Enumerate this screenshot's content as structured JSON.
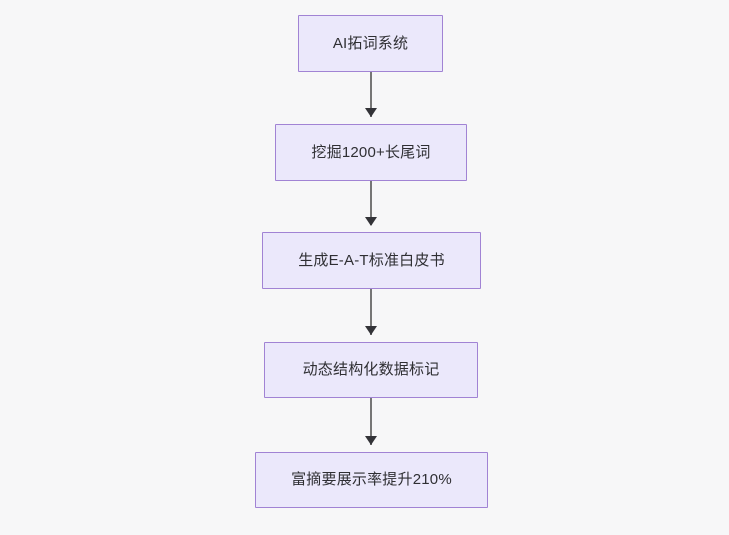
{
  "diagram": {
    "type": "flowchart",
    "orientation": "top-to-bottom",
    "background_color": "#f7f7f8",
    "node_fill_color": "#ebe8fb",
    "node_border_color": "#a183d4",
    "node_text_color": "#2f2f33",
    "edge_color": "#767676",
    "arrow_color": "#333338",
    "nodes": [
      {
        "id": "node-1",
        "label": "AI拓词系统"
      },
      {
        "id": "node-2",
        "label": "挖掘1200+长尾词"
      },
      {
        "id": "node-3",
        "label": "生成E-A-T标准白皮书"
      },
      {
        "id": "node-4",
        "label": "动态结构化数据标记"
      },
      {
        "id": "node-5",
        "label": "富摘要展示率提升210%"
      }
    ],
    "edges": [
      {
        "id": "edge-1",
        "from": "node-1",
        "to": "node-2",
        "arrow": "down"
      },
      {
        "id": "edge-2",
        "from": "node-2",
        "to": "node-3",
        "arrow": "down"
      },
      {
        "id": "edge-3",
        "from": "node-3",
        "to": "node-4",
        "arrow": "down"
      },
      {
        "id": "edge-4",
        "from": "node-4",
        "to": "node-5",
        "arrow": "down"
      }
    ]
  }
}
